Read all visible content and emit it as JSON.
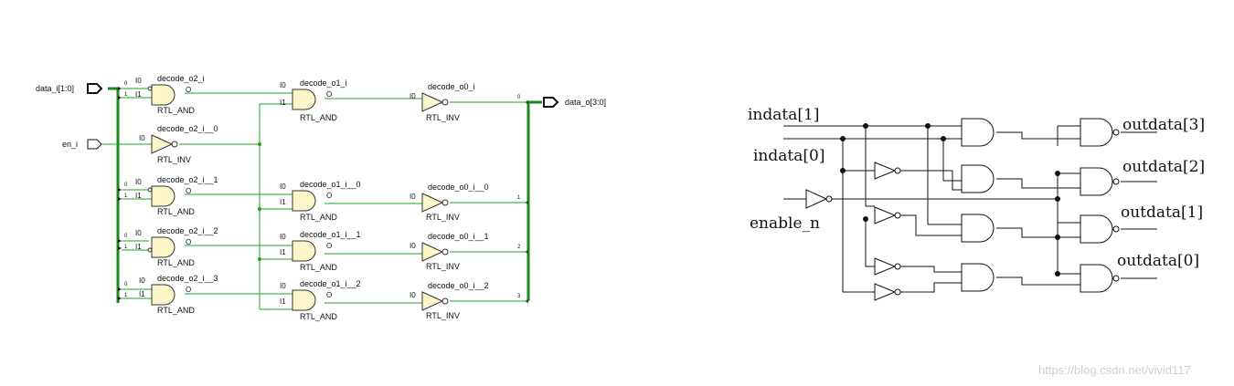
{
  "rtl": {
    "ports": {
      "data_in": "data_i[1:0]",
      "enable": "en_i",
      "data_out": "data_o[3:0]"
    },
    "bus_indices_in": [
      "0",
      "1"
    ],
    "bus_indices_out": [
      "0",
      "1",
      "2",
      "3"
    ],
    "pins": {
      "i0": "I0",
      "i1": "I1",
      "o": "O"
    },
    "cells": {
      "decode_o2_i": {
        "name": "decode_o2_i",
        "type": "RTL_AND"
      },
      "decode_o2_i__0": {
        "name": "decode_o2_i__0",
        "type": "RTL_INV"
      },
      "decode_o2_i__1": {
        "name": "decode_o2_i__1",
        "type": "RTL_AND"
      },
      "decode_o2_i__2": {
        "name": "decode_o2_i__2",
        "type": "RTL_AND"
      },
      "decode_o2_i__3": {
        "name": "decode_o2_i__3",
        "type": "RTL_AND"
      },
      "decode_o1_i": {
        "name": "decode_o1_i",
        "type": "RTL_AND"
      },
      "decode_o1_i__0": {
        "name": "decode_o1_i__0",
        "type": "RTL_AND"
      },
      "decode_o1_i__1": {
        "name": "decode_o1_i__1",
        "type": "RTL_AND"
      },
      "decode_o1_i__2": {
        "name": "decode_o1_i__2",
        "type": "RTL_AND"
      },
      "decode_o0_i": {
        "name": "decode_o0_i",
        "type": "RTL_INV"
      },
      "decode_o0_i__0": {
        "name": "decode_o0_i__0",
        "type": "RTL_INV"
      },
      "decode_o0_i__1": {
        "name": "decode_o0_i__1",
        "type": "RTL_INV"
      },
      "decode_o0_i__2": {
        "name": "decode_o0_i__2",
        "type": "RTL_INV"
      }
    }
  },
  "schematic": {
    "inputs": [
      "indata[1]",
      "indata[0]",
      "enable_n"
    ],
    "outputs": [
      "outdata[3]",
      "outdata[2]",
      "outdata[1]",
      "outdata[0]"
    ]
  },
  "watermark": "https://blog.csdn.net/vivid117",
  "colors": {
    "wire": "#22a022",
    "bus": "#1a8a1a",
    "gate_fill": "#fdf6c8"
  }
}
